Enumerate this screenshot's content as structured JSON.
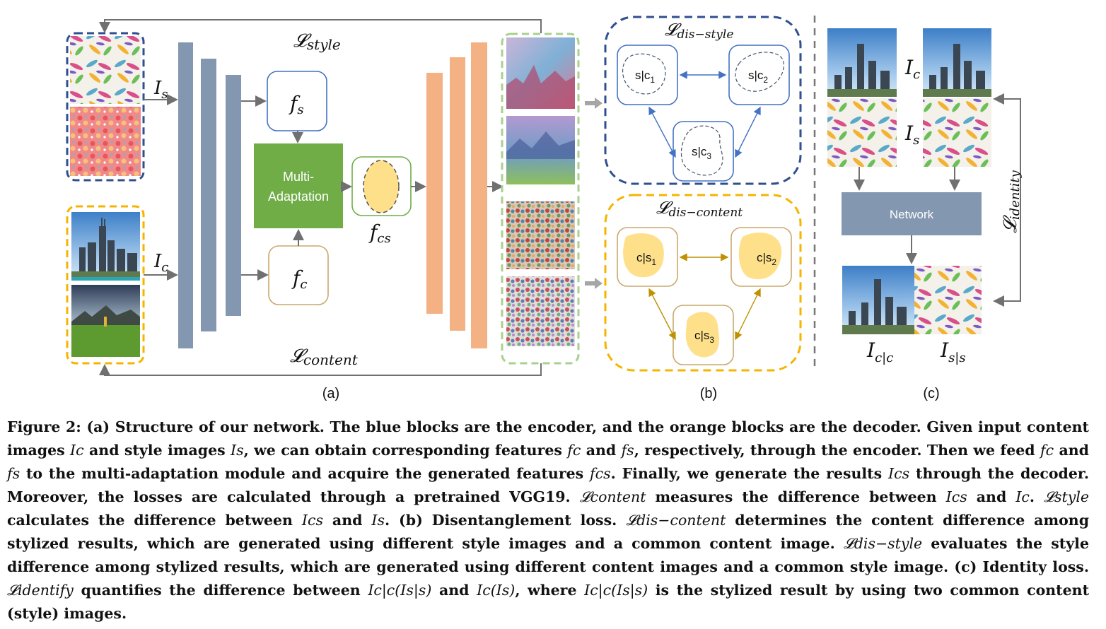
{
  "panel_a": {
    "loss_style": "𝓛",
    "loss_style_sub": "style",
    "loss_content": "𝓛",
    "loss_content_sub": "content",
    "input_style_label": "I",
    "input_style_sub": "s",
    "input_content_label": "I",
    "input_content_sub": "c",
    "fs_label": "f",
    "fs_sub": "s",
    "fc_label": "f",
    "fc_sub": "c",
    "fcs_label": "f",
    "fcs_sub": "cs",
    "module_line1": "Multi-",
    "module_line2": "Adaptation",
    "panel_label": "(a)"
  },
  "panel_b": {
    "dis_style": "𝓛",
    "dis_style_sub": "dis−style",
    "dis_content": "𝓛",
    "dis_content_sub": "dis−content",
    "style_nodes": [
      "s|c",
      "s|c",
      "s|c"
    ],
    "style_node_subs": [
      "1",
      "2",
      "3"
    ],
    "content_nodes": [
      "c|s",
      "c|s",
      "c|s"
    ],
    "content_node_subs": [
      "1",
      "2",
      "3"
    ],
    "panel_label": "(b)"
  },
  "panel_c": {
    "ic_label": "I",
    "ic_sub": "c",
    "is_label": "I",
    "is_sub": "s",
    "network_label": "Network",
    "loss_identity": "𝓛",
    "loss_identity_sub": "identity",
    "icc_label": "I",
    "icc_sub": "c|c",
    "iss_label": "I",
    "iss_sub": "s|s",
    "panel_label": "(c)"
  },
  "colors": {
    "encoder": "#8497b0",
    "decoder": "#f4b183",
    "module": "#70ad47",
    "style_dash": "#2f4f8f",
    "content_dash": "#f5b400",
    "output_dash": "#a9d18e",
    "blob": "#ffe08a"
  },
  "caption": {
    "fig_label": "Figure 2:",
    "s1": "(a) Structure of our network. The blue blocks are the encoder, and the orange blocks are the decoder. Given input content images",
    "v_Ic": "Ic",
    "s2": "and style images",
    "v_Is": "Is",
    "s3": ", we can obtain corresponding features",
    "v_fc": "fc",
    "s4": "and",
    "v_fs": "fs",
    "s5": ", respectively, through the encoder. Then we feed",
    "v_fc2": "fc",
    "s6": "and",
    "v_fs2": "fs",
    "s7": "to the multi-adaptation module and acquire the generated features",
    "v_fcs": "fcs",
    "s8": ". Finally, we generate the results",
    "v_Ics": "Ics",
    "s9": "through the decoder. Moreover, the losses are calculated through a pretrained VGG19.",
    "v_Lcontent": "𝓛content",
    "s10": "measures the difference between",
    "v_Ics2": "Ics",
    "s11": "and",
    "v_Ic2": "Ic",
    "s12": ".",
    "v_Lstyle": "𝓛style",
    "s13": "calculates the difference between",
    "v_Ics3": "Ics",
    "s14": "and",
    "v_Is2": "Is",
    "s15": ". (b) Disentanglement loss.",
    "v_Ldc": "𝓛dis−content",
    "s16": "determines the content difference among stylized results, which are generated using different style images and a common content image.",
    "v_Lds": "𝓛dis−style",
    "s17": "evaluates the style difference among stylized results, which are generated using different content images and a common style image. (c) Identity loss.",
    "v_Lid": "𝓛identify",
    "s18": "quantifies the difference between",
    "v_Icc": "Ic|c(Is|s)",
    "s19": "and",
    "v_IcIs": "Ic(Is)",
    "s20": ", where",
    "v_Icc2": "Ic|c(Is|s)",
    "s21": "is the stylized result by using two common content (style) images."
  }
}
